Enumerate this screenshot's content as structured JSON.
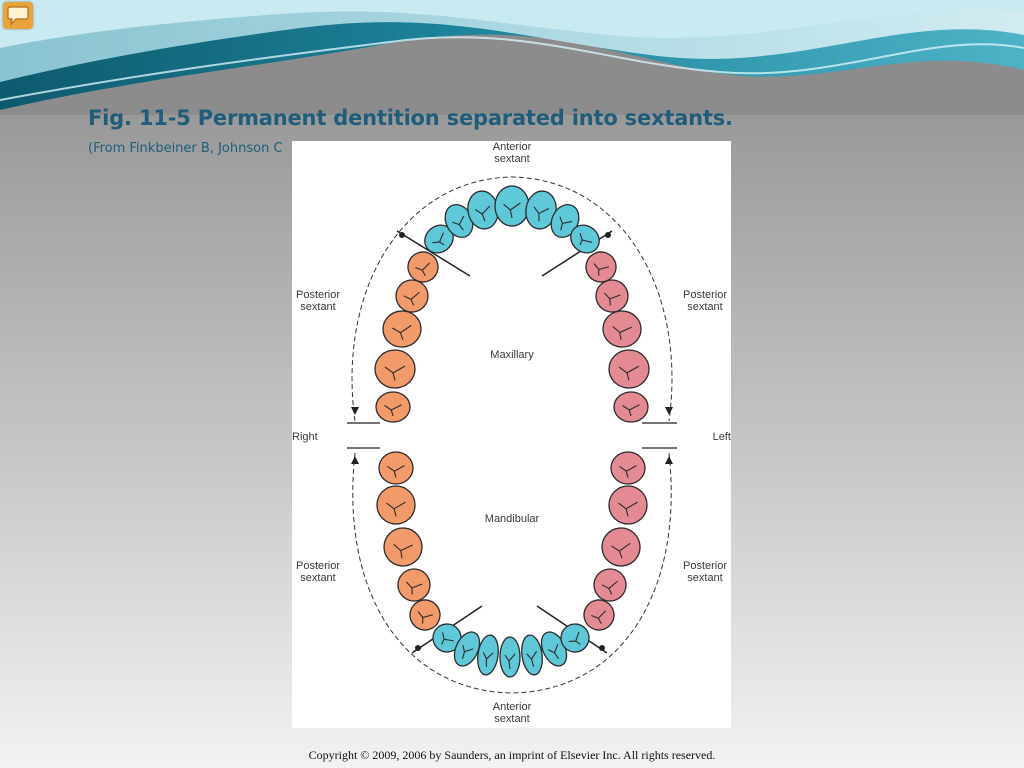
{
  "slide": {
    "title": "Fig. 11-5 Permanent dentition separated into sextants.",
    "source": "(From Finkbeiner B, Johnson C",
    "copyright": "Copyright © 2009, 2006 by Saunders, an imprint of Elsevier Inc. All rights reserved."
  },
  "figure": {
    "anterior_top": [
      "Anterior",
      "sextant"
    ],
    "anterior_bottom": [
      "Anterior",
      "sextant"
    ],
    "posterior_upper_right_side": [
      "Posterior",
      "sextant"
    ],
    "posterior_upper_left_side": [
      "Posterior",
      "sextant"
    ],
    "posterior_lower_right_side": [
      "Posterior",
      "sextant"
    ],
    "posterior_lower_left_side": [
      "Posterior",
      "sextant"
    ],
    "maxillary": "Maxillary",
    "mandibular": "Mandibular",
    "right": "Right",
    "left": "Left"
  },
  "colors": {
    "anterior": "#5ec8d8",
    "posterior_right": "#f29a6a",
    "posterior_left": "#e48a92",
    "title": "#1f5d7a",
    "header_wave": "#2a8fa6"
  },
  "icons": {
    "corner": "speech-bubble-icon"
  }
}
